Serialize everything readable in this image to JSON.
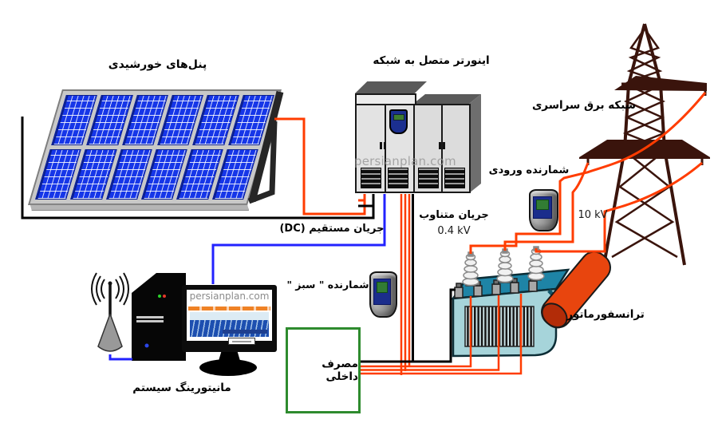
{
  "labels": {
    "solar_panels": "پنل‌های خورشیدی",
    "inverter": "اینورتر متصل به شبکه",
    "grid": "شبکه برق سراسری",
    "input_meter": "شمارنده ورودی",
    "hv_voltage": "10 kV",
    "dc_current": "جریان مستقیم (DC)",
    "ac_current": "جریان متناوب",
    "ac_voltage": "0.4 kV",
    "green_meter": "شمارنده \" سبز \"",
    "internal_consumption": "مصرف داخلی",
    "transformer": "ترانسفورماتور",
    "monitoring": "مانیتورینگ سیستم"
  },
  "watermarks": {
    "inverter": "persianplan.com",
    "monitor": "persianplan.com"
  },
  "colors": {
    "wire_hot": "#ff3c00",
    "wire_neutral": "#000000",
    "wire_data": "#2222ff",
    "panel_cell": "#1636e8",
    "tower": "#3a140c",
    "transformer_front": "#a6d4da",
    "transformer_lid": "#1e84a6",
    "conservator": "#e8450e",
    "meter_screen": "#327c34",
    "meter_band": "#1b2d8c",
    "consumption_border": "#2e8b2e",
    "site_bar": "#ef8226"
  }
}
